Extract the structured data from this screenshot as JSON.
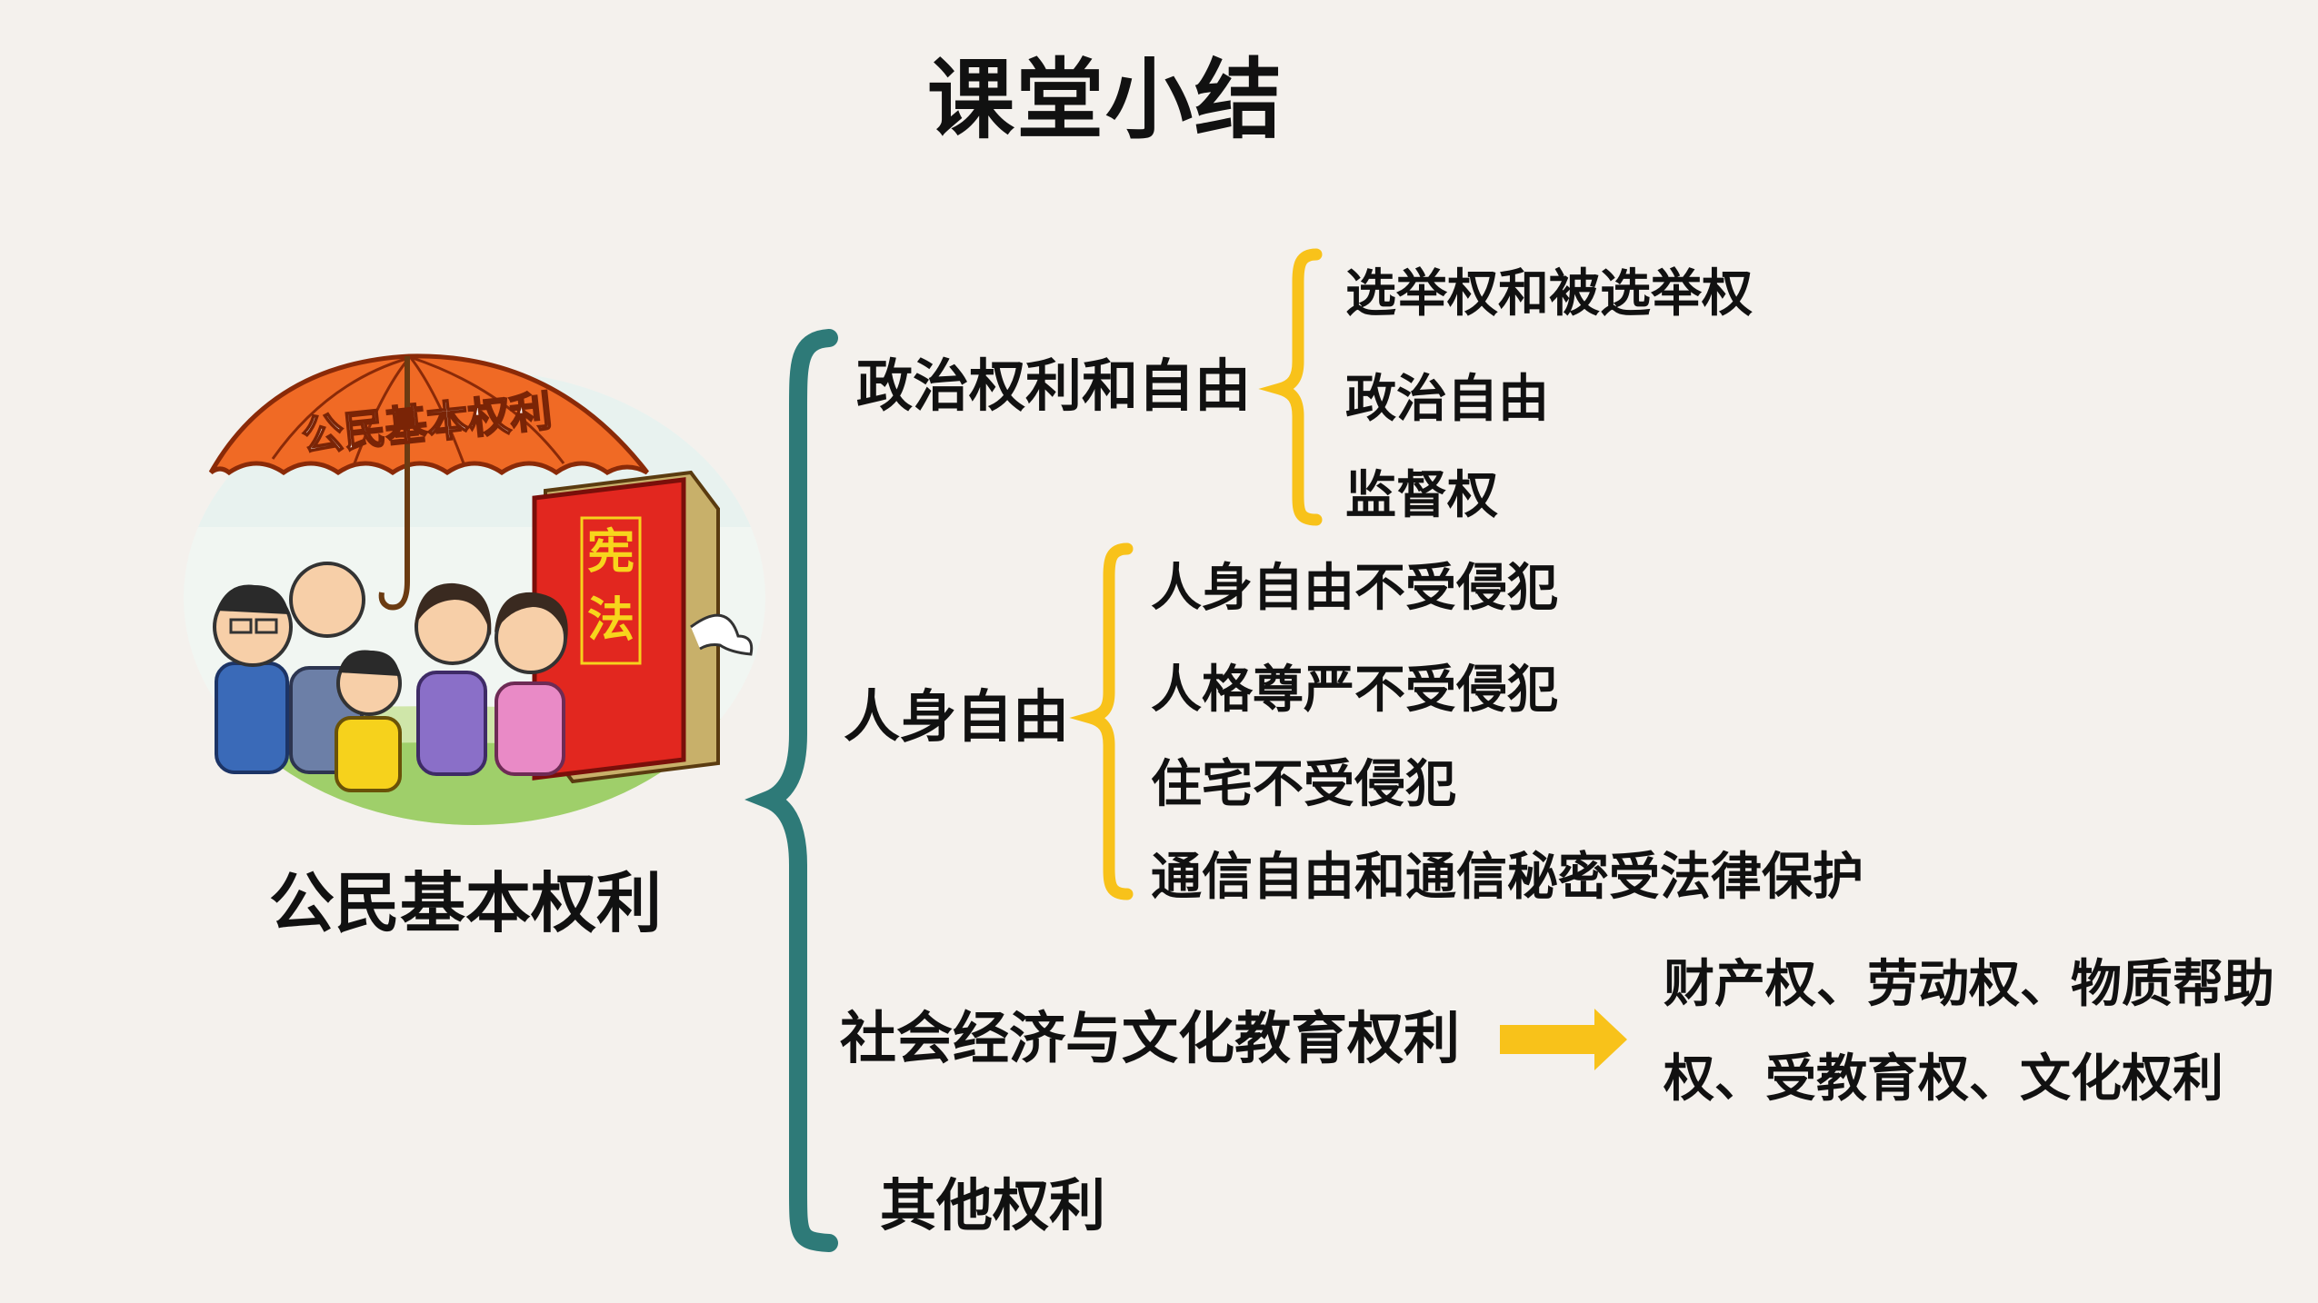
{
  "title": "课堂小结",
  "center": {
    "label": "公民基本权利",
    "illustration": {
      "umbrella_text": "公民基本权利",
      "book_text": [
        "宪",
        "法"
      ]
    }
  },
  "branches": [
    {
      "label": "政治权利和自由",
      "items": [
        "选举权和被选举权",
        "政治自由",
        "监督权"
      ]
    },
    {
      "label": "人身自由",
      "items": [
        "人身自由不受侵犯",
        "人格尊严不受侵犯",
        "住宅不受侵犯",
        "通信自由和通信秘密受法律保护"
      ]
    },
    {
      "label": "社会经济与文化教育权利",
      "detail_lines": [
        "财产权、劳动权、物质帮助",
        "权、受教育权、文化权利"
      ]
    },
    {
      "label": "其他权利"
    }
  ],
  "colors": {
    "background": "#f4f1ed",
    "main_brace": "#2e7a78",
    "sub_brace": "#f8c21a",
    "arrow": "#f8c21a",
    "text": "#111111"
  }
}
